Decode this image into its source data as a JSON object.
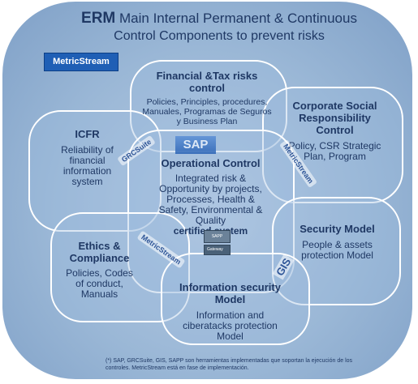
{
  "title": {
    "erm": "ERM",
    "line1_rest": "Main Internal Permanent & Continuous",
    "line2": "Control Components to prevent risks"
  },
  "logo": "MetricStream",
  "financial": {
    "heading": "Financial &Tax risks control",
    "body": "Policies, Principles, procedures, Manuales, Programas de Seguros y Business Plan"
  },
  "corporate": {
    "heading": "Corporate Social Responsibility Control",
    "body": "Policy, CSR Strategic Plan, Program"
  },
  "icfr": {
    "heading": "ICFR",
    "body": "Reliability of financial information system"
  },
  "operational": {
    "heading": "Operational Control",
    "body": "Integrated risk & Opportunity by projects, Processes, Health & Safety, Environmental & Quality",
    "emphasis": "certified system"
  },
  "security": {
    "heading": "Security Model",
    "body": "People & assets protection Model"
  },
  "ethics": {
    "heading": "Ethics & Compliance",
    "body": "Policies, Codes of conduct, Manuals"
  },
  "infosec": {
    "heading": "Information security Model",
    "body": "Information and ciberatacks protection Model"
  },
  "tags": {
    "grc": "GRCSuite",
    "ms1": "MetricStream",
    "ms2": "MetricStream",
    "gis": "GIS",
    "sap": "SAP"
  },
  "mini": {
    "top": "SAPP",
    "bottom": "Gateway"
  },
  "footnote": "(*) SAP, GRCSuite, GIS, SAPP son herramientas implementadas que soportan la ejecución de los controles. MetricStream está en fase de implementación.",
  "colors": {
    "text": "#1f3864",
    "outline": "#ffffff",
    "background": "#9ab7d6",
    "logo": "#1f5fb5"
  }
}
